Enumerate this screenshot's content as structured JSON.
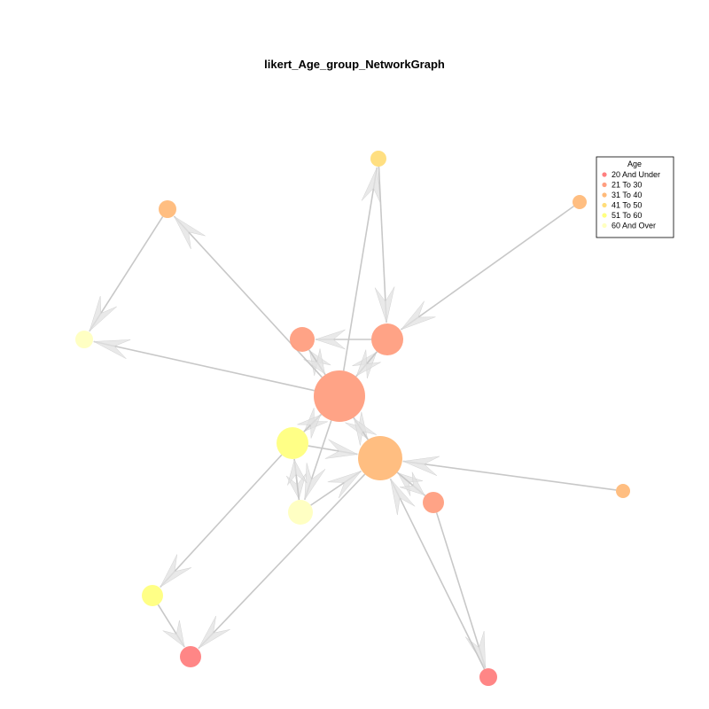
{
  "title": "likert_Age_group_NetworkGraph",
  "legend": {
    "title": "Age",
    "items": [
      {
        "label": "20 And Under",
        "color": "#FF7F7F"
      },
      {
        "label": "21 To 30",
        "color": "#FF9E80"
      },
      {
        "label": "31 To 40",
        "color": "#FFBA7A"
      },
      {
        "label": "41 To 50",
        "color": "#FFDD7A"
      },
      {
        "label": "51 To 60",
        "color": "#FFFF80"
      },
      {
        "label": "60 And Over",
        "color": "#FFFFC0"
      }
    ]
  },
  "colors": {
    "edge": "#c8c8c8",
    "arrowhead": "#e2e2e2"
  }
}
